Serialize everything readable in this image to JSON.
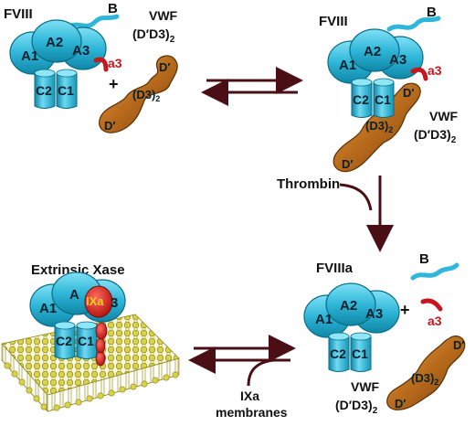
{
  "colors": {
    "fviii": "#2fb6d8",
    "fviii_dark": "#0f7f9f",
    "vwf": "#b96b1c",
    "vwf_dark": "#7a420c",
    "a3_peptide": "#c8161d",
    "arrow": "#4a0f14",
    "membrane": "#c9c23a"
  },
  "tl": {
    "fviii_label": "FVIII",
    "b": "B",
    "a1": "A1",
    "a2": "A2",
    "a3": "A3",
    "c1": "C1",
    "c2": "C2",
    "a3_pep": "a3",
    "plus": "+",
    "vwf_label_1": "VWF",
    "vwf_label_2": "(D′D3)",
    "vwf_sub": "2",
    "d_prime": "D′",
    "d3": "(D3)",
    "d3_sub": "2"
  },
  "tr": {
    "fviii_label": "FVIII",
    "b": "B",
    "a1": "A1",
    "a2": "A2",
    "a3": "A3",
    "c1": "C1",
    "c2": "C2",
    "a3_pep": "a3",
    "vwf_label_1": "VWF",
    "vwf_label_2": "(D′D3)",
    "vwf_sub": "2",
    "d_prime": "D′",
    "d3": "(D3)",
    "d3_sub": "2"
  },
  "thrombin": "Thrombin",
  "br": {
    "fviiia_label": "FVIIIa",
    "b": "B",
    "a1": "A1",
    "a2": "A2",
    "a3": "A3",
    "c1": "C1",
    "c2": "C2",
    "plus": "+",
    "a3_pep": "a3",
    "vwf_label_1": "VWF",
    "vwf_label_2": "(D′D3)",
    "vwf_sub": "2",
    "d_prime": "D′",
    "d3": "(D3)",
    "d3_sub": "2"
  },
  "bl": {
    "title": "Extrinsic Xase",
    "a1": "A1",
    "a2": "A",
    "ixa": "IXa",
    "a3_tail": "3",
    "c1": "C1",
    "c2": "C2"
  },
  "cofactor_1": "IXa",
  "cofactor_2": "membranes"
}
